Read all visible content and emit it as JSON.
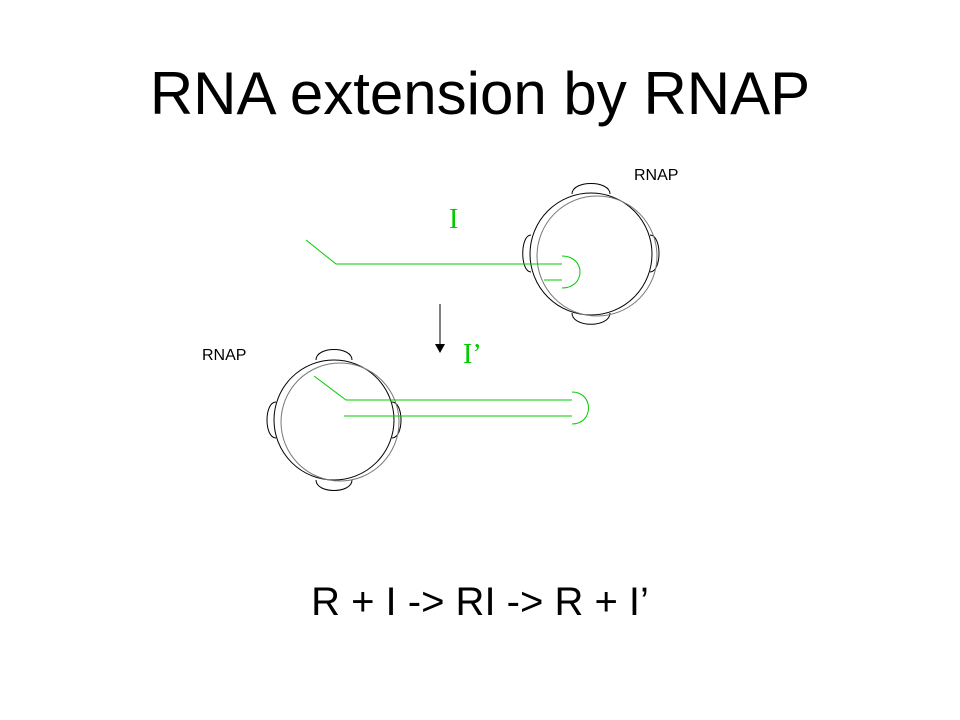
{
  "slide": {
    "title": "RNA extension by RNAP",
    "equation": "R + I -> RI -> R + I’"
  },
  "diagram": {
    "top_polymerase_label": "RNAP",
    "bottom_polymerase_label": "RNAP",
    "initial_label": "I",
    "extended_label": "I’"
  },
  "colors": {
    "strand": "#00cc00",
    "label_green": "#00cc00",
    "outline": "#000000",
    "outline_gray": "#777777",
    "text": "#000000",
    "background": "#ffffff"
  }
}
